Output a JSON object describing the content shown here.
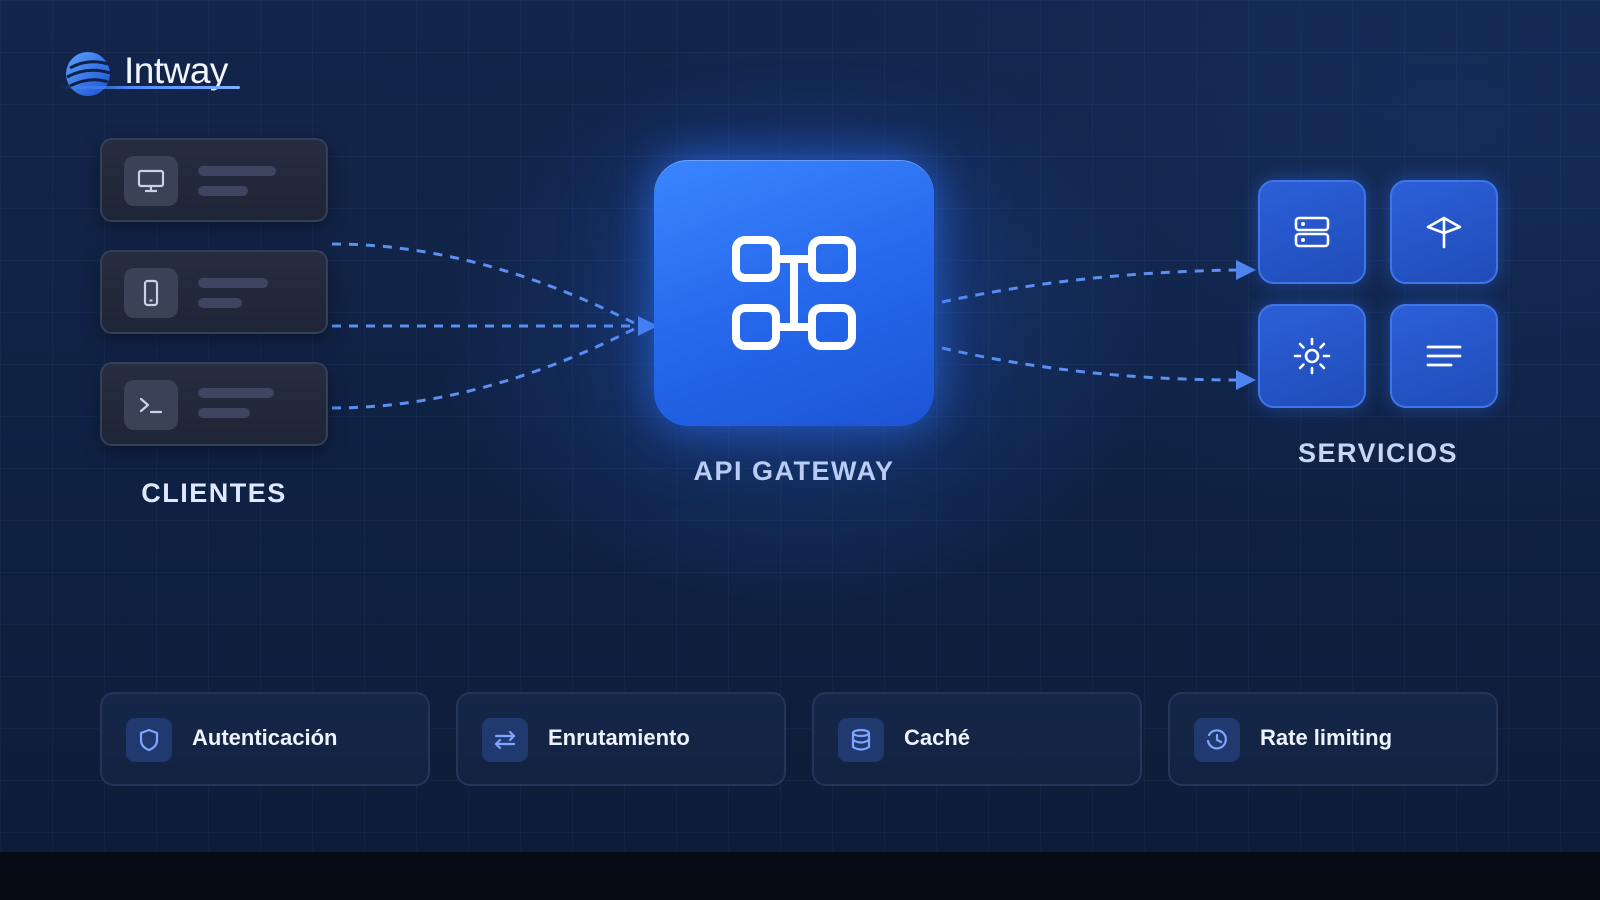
{
  "brand": {
    "name": "Intway"
  },
  "clients": {
    "label": "CLIENTES",
    "items": [
      {
        "icon": "monitor-icon"
      },
      {
        "icon": "smartphone-icon"
      },
      {
        "icon": "terminal-icon"
      }
    ]
  },
  "gateway": {
    "label": "API GATEWAY",
    "icon": "network-nodes-icon"
  },
  "services": {
    "label": "SERVICIOS",
    "items": [
      {
        "icon": "server-icon"
      },
      {
        "icon": "signpost-icon"
      },
      {
        "icon": "settings-sun-icon"
      },
      {
        "icon": "lines-icon"
      }
    ]
  },
  "features": [
    {
      "label": "Autenticación",
      "icon": "shield-icon"
    },
    {
      "label": "Enrutamiento",
      "icon": "swap-arrows-icon"
    },
    {
      "label": "Caché",
      "icon": "database-icon"
    },
    {
      "label": "Rate limiting",
      "icon": "clock-icon"
    }
  ],
  "colors": {
    "background": "#0f2143",
    "accent": "#2f74f5",
    "connector": "#5b8ff0",
    "client_card": "#242b3e"
  }
}
